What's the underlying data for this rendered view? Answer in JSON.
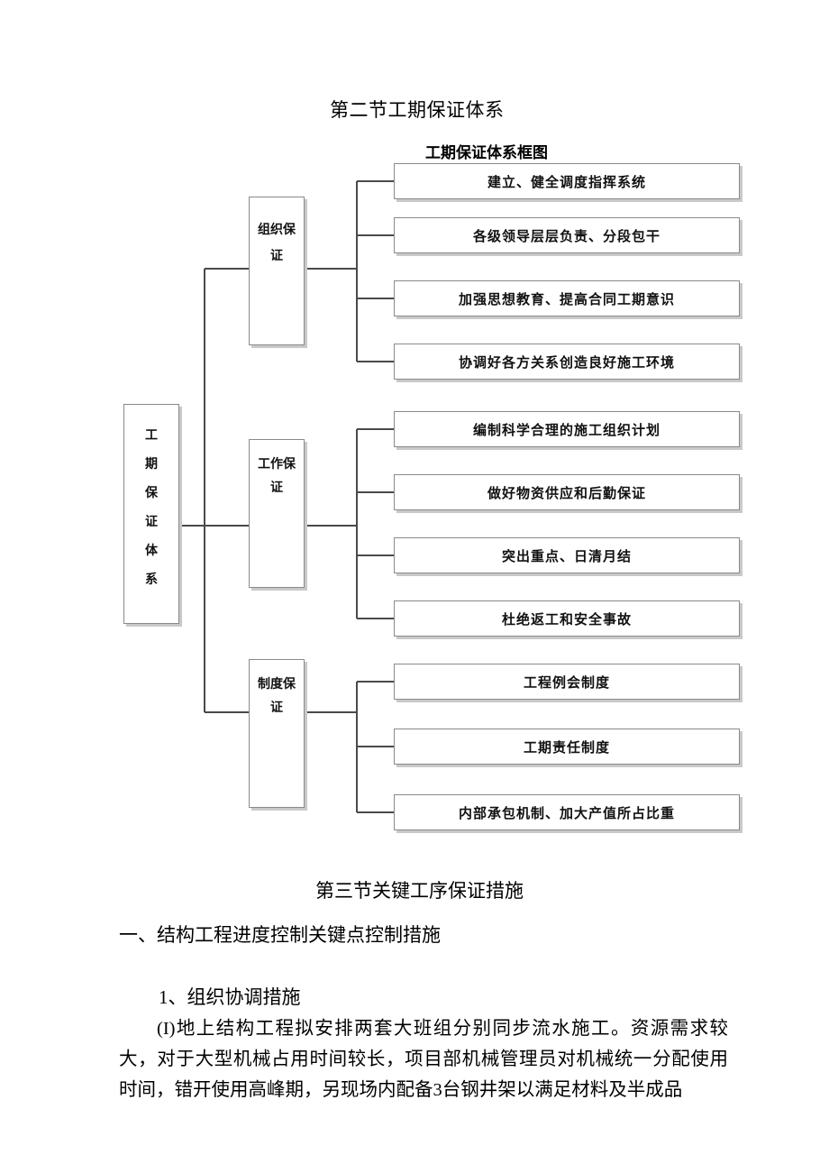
{
  "document": {
    "section_title_1": "第二节工期保证体系",
    "diagram_caption": "工期保证体系框图",
    "section_title_2": "第三节关键工序保证措施",
    "heading_level1": "一、结构工程进度控制关键点控制措施",
    "heading_level2": "1、组织协调措施",
    "body_paragraph": "(I)地上结构工程拟安排两套大班组分别同步流水施工。资源需求较大，对于大型机械占用时间较长，项目部机械管理员对机械统一分配使用时间，错开使用高峰期，另现场内配备3台钢井架以满足材料及半成品"
  },
  "diagram": {
    "root": {
      "label": "工期保证体系"
    },
    "branches": [
      {
        "label": "组织保证",
        "leaves": [
          "建立、健全调度指挥系统",
          "各级领导层层负责、分段包干",
          "加强思想教育、提高合同工期意识",
          "协调好各方关系创造良好施工环境"
        ]
      },
      {
        "label": "工作保证",
        "leaves": [
          "编制科学合理的施工组织计划",
          "做好物资供应和后勤保证",
          "突出重点、日清月结",
          "杜绝返工和安全事故"
        ]
      },
      {
        "label": "制度保证",
        "leaves": [
          "工程例会制度",
          "工期责任制度",
          "内部承包机制、加大产值所占比重"
        ]
      }
    ],
    "colors": {
      "box_border": "#8a8a8a",
      "box_shadow": "#c9c9c9",
      "connector": "#4a4a4a",
      "box_fill": "#ffffff"
    }
  }
}
